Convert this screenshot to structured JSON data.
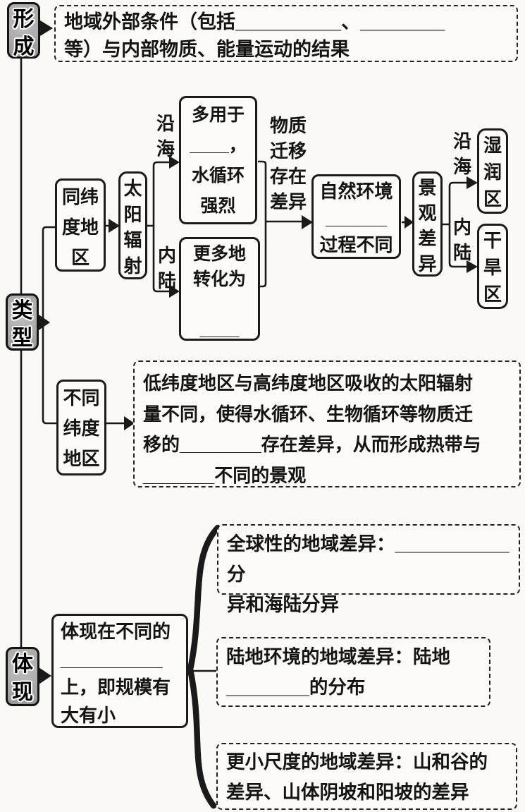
{
  "colors": {
    "line": "#1a1a1a",
    "label_bg": "#a9a9a9",
    "paper": "#faf9f5"
  },
  "formation": {
    "label": "形\n成",
    "note": "地域外部条件（包括__________、________\n等）与内部物质、能量运动的结果"
  },
  "types": {
    "label": "类\n型",
    "same_latitude": {
      "region": "同纬\n度地\n区",
      "solar": "太\n阳\n辐\n射",
      "coastal_label": "沿\n海",
      "coastal_box": "多用于\n____，\n水循环\n强烈",
      "inland_label": "内\n陆",
      "inland_box": "更多地\n转化为\n\n____",
      "transfer_note": "物质\n迁移\n存在\n差异",
      "process_box": "自然环境\n______\n过程不同",
      "landscape": "景\n观\n差\n异",
      "coastal_label2": "沿\n海",
      "humid_box": "湿\n润\n区",
      "inland_label2": "内\n陆",
      "arid_box": "干\n旱\n区"
    },
    "diff_latitude": {
      "region": "不同\n纬度\n地区",
      "note": "低纬度地区与高纬度地区吸收的太阳辐射\n量不同，使得水循环、生物循环等物质迁\n移的________存在差异，从而形成热带与\n_______不同的景观"
    }
  },
  "manifestation": {
    "label": "体\n现",
    "box": "体现在不同的\n__________\n上，即规模有\n大有小",
    "global_note": "全球性的地域差异：___________分\n异和海陆分异",
    "land_note": "陆地环境的地域差异：陆地\n________的分布",
    "small_note": "更小尺度的地域差异：山和谷的\n差异、山体阴坡和阳坡的差异"
  }
}
